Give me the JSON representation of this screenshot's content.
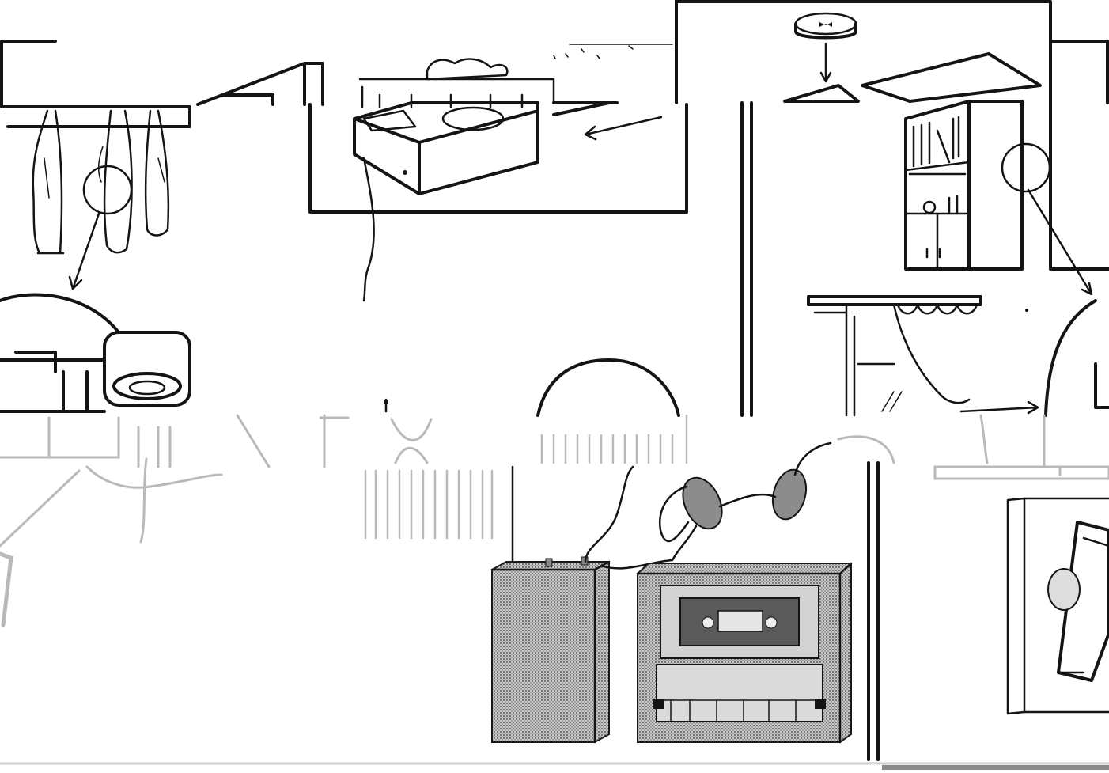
{
  "palette": {
    "ink": "#141414",
    "paper": "#ffffff",
    "ghost": "#b9b9b9",
    "stipple": "#8a8a8a"
  },
  "scenes": [
    {
      "id": "wardrobe-with-clothes",
      "icon": "hanging-clothes-icon"
    },
    {
      "id": "bug-in-drawer-with-cable",
      "icon": "drawer-box-icon"
    },
    {
      "id": "ceiling-bug-above-table",
      "icon": "round-disc-bug-icon"
    },
    {
      "id": "bookshelf-and-window",
      "icon": "cabinet-icon"
    },
    {
      "id": "radio-receiver-with-tape-recorder",
      "icon": "tape-recorder-icon"
    },
    {
      "id": "headphones",
      "icon": "headphones-icon"
    },
    {
      "id": "wall-panel-with-device",
      "icon": "wall-device-icon"
    }
  ]
}
